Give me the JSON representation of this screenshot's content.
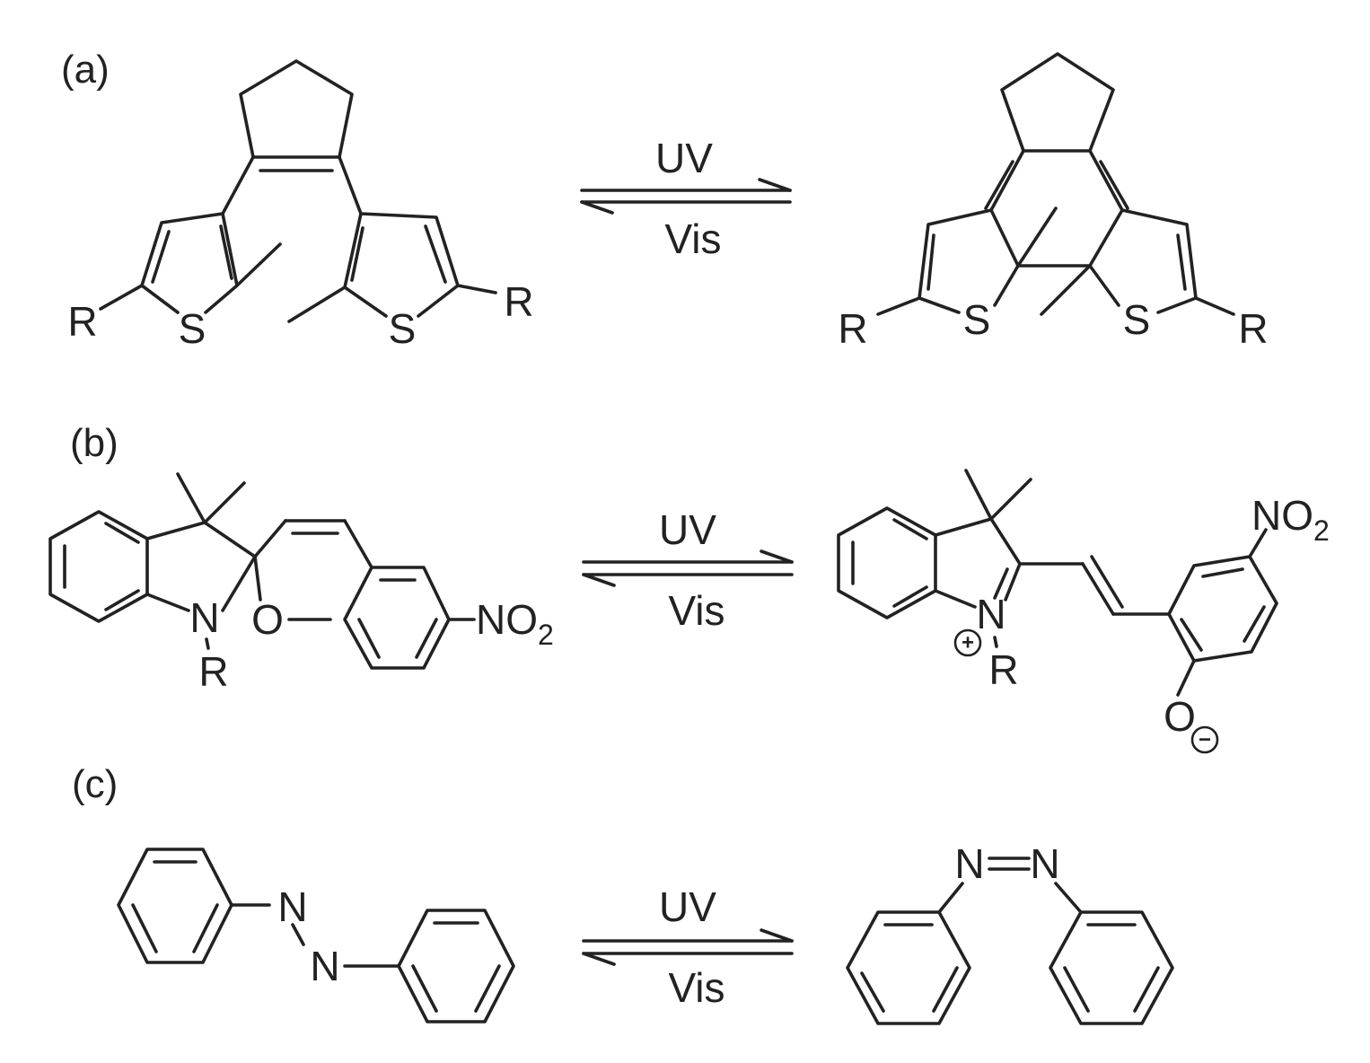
{
  "panels": [
    {
      "label": "(a)",
      "forward": "UV",
      "reverse": "Vis",
      "open_form": {
        "substituent_left": "R",
        "substituent_right": "R",
        "heteroatom_left": "S",
        "heteroatom_right": "S"
      },
      "closed_form": {
        "substituent_left": "R",
        "substituent_right": "R",
        "heteroatom_left": "S",
        "heteroatom_right": "S"
      }
    },
    {
      "label": "(b)",
      "forward": "UV",
      "reverse": "Vis",
      "spiropyran": {
        "nitrogen": "N",
        "oxygen": "O",
        "n_substituent": "R",
        "nitro_prefix": "NO",
        "nitro_sub": "2"
      },
      "merocyanine": {
        "nitrogen": "N",
        "n_substituent": "R",
        "cation": "+",
        "oxygen": "O",
        "anion": "−",
        "nitro_prefix": "NO",
        "nitro_sub": "2"
      }
    },
    {
      "label": "(c)",
      "forward": "UV",
      "reverse": "Vis",
      "trans_azo": {
        "n1": "N",
        "n2": "N"
      },
      "cis_azo": {
        "n1": "N",
        "n2": "N"
      }
    }
  ],
  "colors": {
    "ink": "#222222",
    "background": "#ffffff"
  }
}
